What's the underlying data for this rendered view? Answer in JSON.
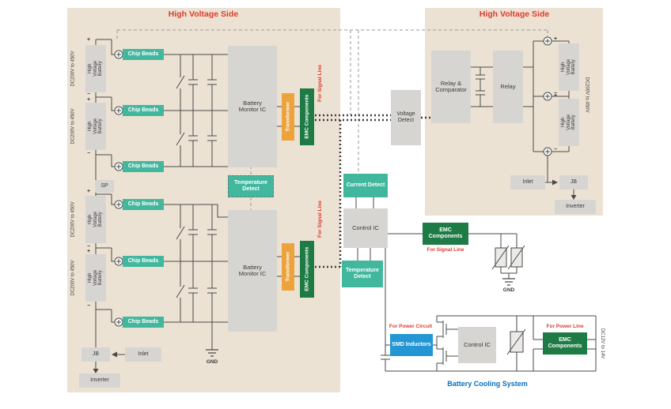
{
  "titles": {
    "left_panel": "High Voltage Side",
    "right_panel": "High Voltage Side",
    "cooling": "Battery Cooling System"
  },
  "labels": {
    "dc_hv": "DC200V to 450V",
    "dc_lv": "DC12V to 14V",
    "hv_battery": "High Voltage Battery",
    "chip_beads": "Chip Beads",
    "sp": "SP",
    "jb": "JB",
    "inlet": "Inlet",
    "inverter": "Inverter",
    "gnd": "GND",
    "battery_monitor_ic": "Battery Monitor IC",
    "temperature_detect": "Temperature Detect",
    "transformer": "Transformer",
    "emc_components": "EMC Components",
    "for_signal_line": "For Signal Line",
    "for_power_circuit": "For Power Circuit",
    "for_power_line": "For Power Line",
    "voltage_detect": "Voltage Detect",
    "current_detect": "Current Detect",
    "control_ic": "Control IC",
    "relay_comparator": "Relay & Comparator",
    "relay": "Relay",
    "smd_inductors": "SMD Inductors",
    "plus": "+",
    "minus": "−"
  },
  "colors": {
    "panel_bg": "#ece2d3",
    "gray_box": "#d7d5d2",
    "teal_box": "#41b79e",
    "green_box": "#1e7b45",
    "orange_box": "#eca33b",
    "blue_box": "#2496d4",
    "red_text": "#e03a2d",
    "blue_text": "#0b6fc0",
    "wire": "#4a4a4a"
  }
}
